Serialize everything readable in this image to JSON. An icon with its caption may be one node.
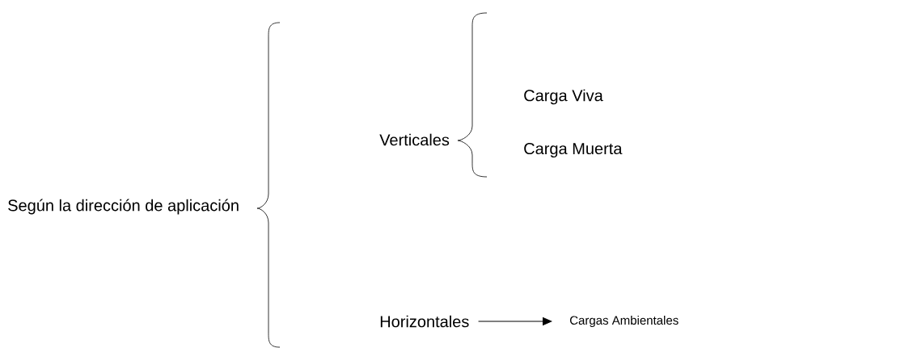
{
  "diagram": {
    "nodes": [
      {
        "text": [
          "Según la dirección de aplicación"
        ]
      },
      {
        "text": [
          "Verticales"
        ]
      },
      {
        "text": [
          "Carga Viva"
        ]
      },
      {
        "text": [
          "Carga Muerta"
        ]
      },
      {
        "text": [
          "Horizontales"
        ]
      },
      {
        "text": [
          "Cargas Ambientales"
        ]
      }
    ],
    "edges": [
      {
        "from": 4,
        "to": 5,
        "arrow": "to"
      }
    ]
  }
}
